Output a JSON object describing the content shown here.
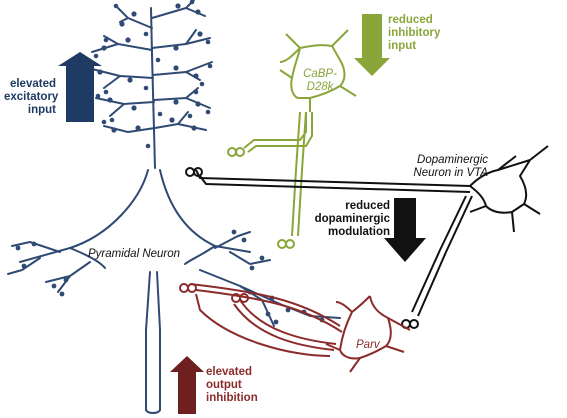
{
  "colors": {
    "pyramidal": "#2f4a73",
    "calbindin": "#8aa63a",
    "dopaminergic": "#111111",
    "parvalbumin": "#8c2b2b",
    "excitatory_arrow": "#1f3b63",
    "inhibitory_arrow": "#8aa63a",
    "modulation_arrow": "#111111",
    "output_arrow": "#6e1f1f"
  },
  "labels": {
    "elevated_excitatory": [
      "elevated",
      "excitatory",
      "input"
    ],
    "reduced_inhibitory": [
      "reduced",
      "inhibitory",
      "input"
    ],
    "reduced_dopaminergic": [
      "reduced",
      "dopaminergic",
      "modulation"
    ],
    "elevated_output": [
      "elevated",
      "output",
      "inhibition"
    ],
    "cabp_neuron": [
      "CaBP-",
      "D28k"
    ],
    "dopaminergic_neuron": [
      "Dopaminergic",
      "Neuron in VTA"
    ],
    "pyramidal_neuron": "Pyramidal Neuron",
    "parv_neuron": "Parv"
  },
  "arrows": {
    "excitatory": "up",
    "inhibitory": "down",
    "dopaminergic": "down",
    "output": "up"
  }
}
